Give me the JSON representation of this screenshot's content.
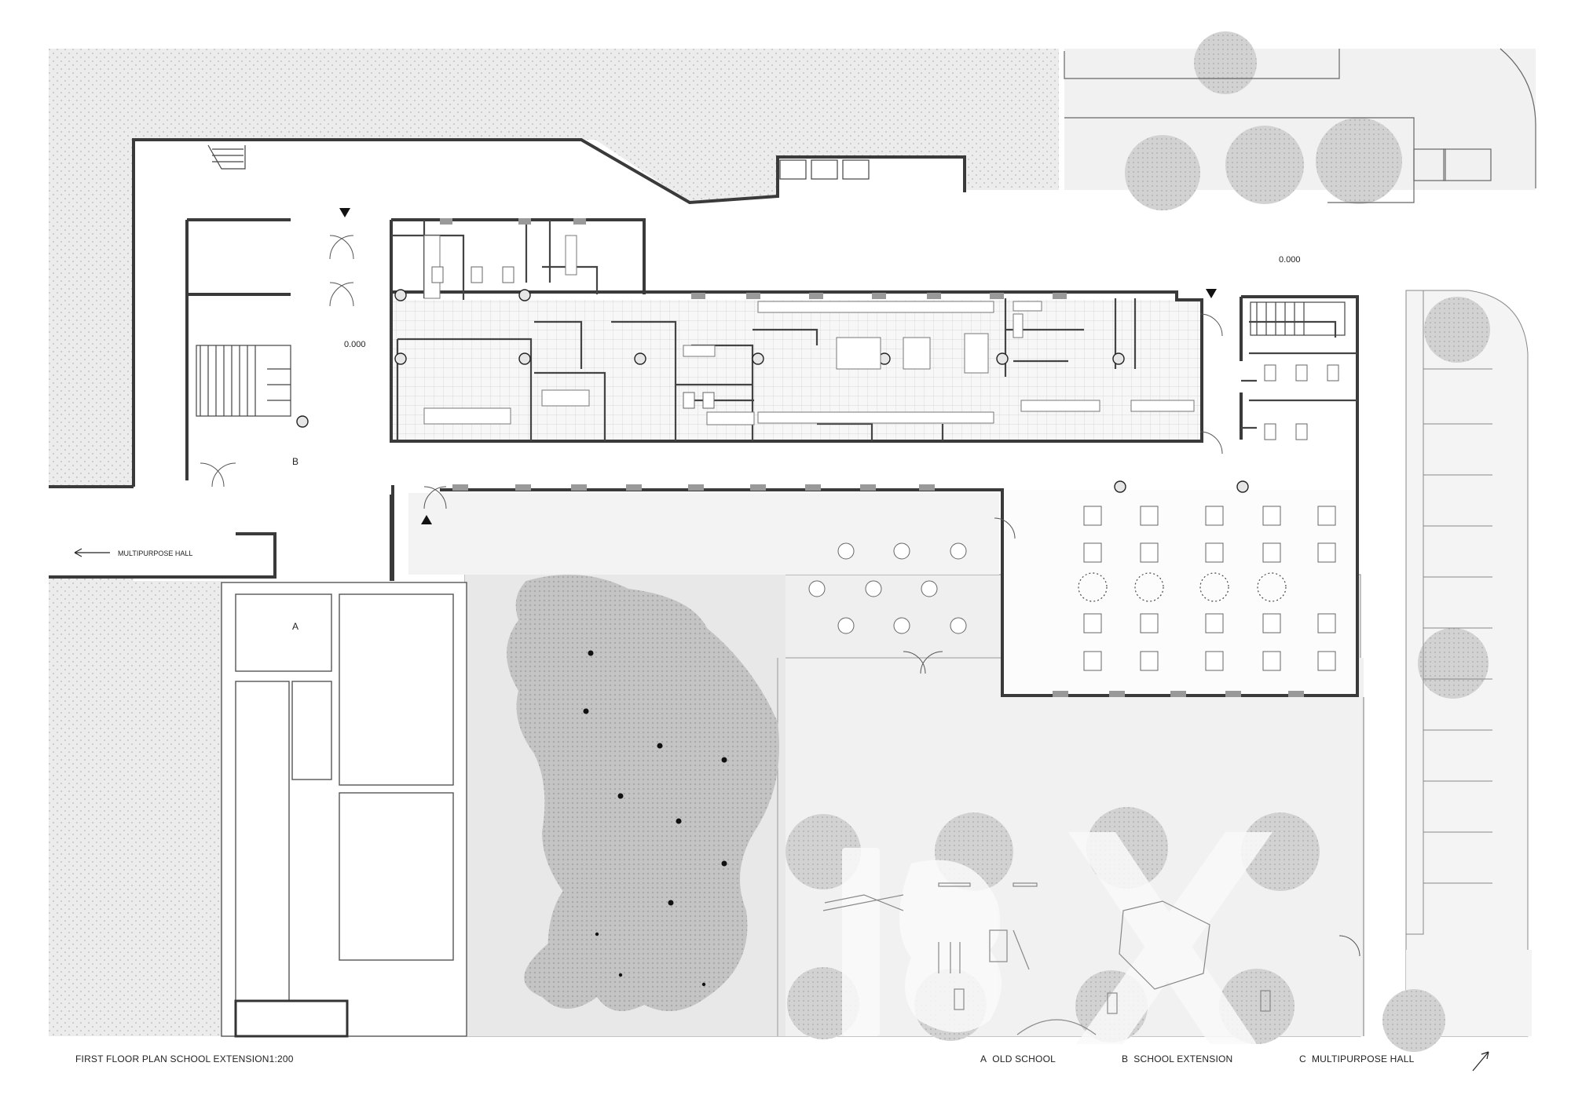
{
  "plan": {
    "elevation_left": "0.000",
    "elevation_right": "0.000",
    "label_a": "A",
    "label_b": "B",
    "multipurpose_arrow_label": "MULTIPURPOSE HALL"
  },
  "footer": {
    "title": "FIRST FLOOR PLAN SCHOOL EXTENSION1:200",
    "legend": [
      {
        "key": "A",
        "text": "OLD SCHOOL"
      },
      {
        "key": "B",
        "text": "SCHOOL EXTENSION"
      },
      {
        "key": "C",
        "text": "MULTIPURPOSE HALL"
      }
    ]
  },
  "colors": {
    "wall": "#3a3a3a",
    "hatch_ground": "#e6e6e6",
    "tree_canopy": "#bdbdbd",
    "courtyard": "#efefef"
  }
}
